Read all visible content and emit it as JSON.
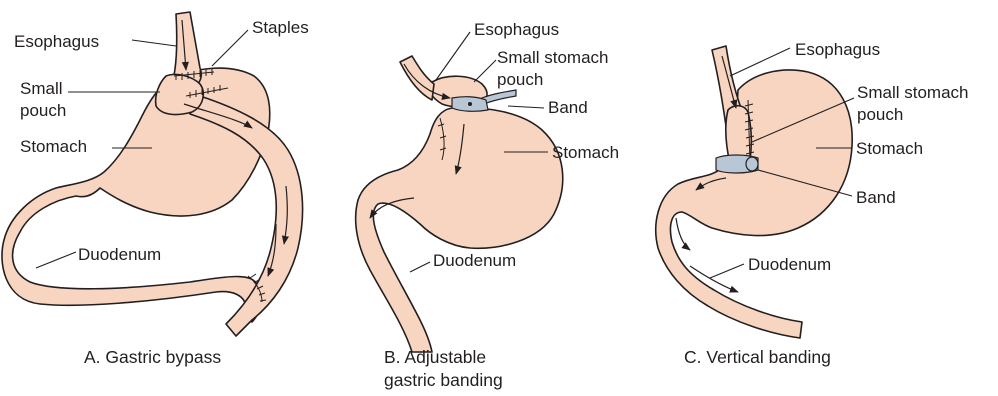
{
  "colors": {
    "tissue": "#f8d5c0",
    "band": "#b9c6d6",
    "ink": "#231f20",
    "background": "#ffffff"
  },
  "panels": [
    {
      "id": "a",
      "caption": "A. Gastric bypass",
      "labels": {
        "esophagus": "Esophagus",
        "staples": "Staples",
        "small_pouch_line1": "Small",
        "small_pouch_line2": "pouch",
        "stomach": "Stomach",
        "duodenum": "Duodenum"
      }
    },
    {
      "id": "b",
      "caption_line1": "B. Adjustable",
      "caption_line2": "gastric banding",
      "labels": {
        "esophagus": "Esophagus",
        "small_stomach_pouch_line1": "Small stomach",
        "small_stomach_pouch_line2": "pouch",
        "band": "Band",
        "stomach": "Stomach",
        "duodenum": "Duodenum"
      }
    },
    {
      "id": "c",
      "caption": "C. Vertical banding",
      "labels": {
        "esophagus": "Esophagus",
        "small_stomach_pouch_line1": "Small stomach",
        "small_stomach_pouch_line2": "pouch",
        "stomach": "Stomach",
        "band": "Band",
        "duodenum": "Duodenum"
      }
    }
  ]
}
